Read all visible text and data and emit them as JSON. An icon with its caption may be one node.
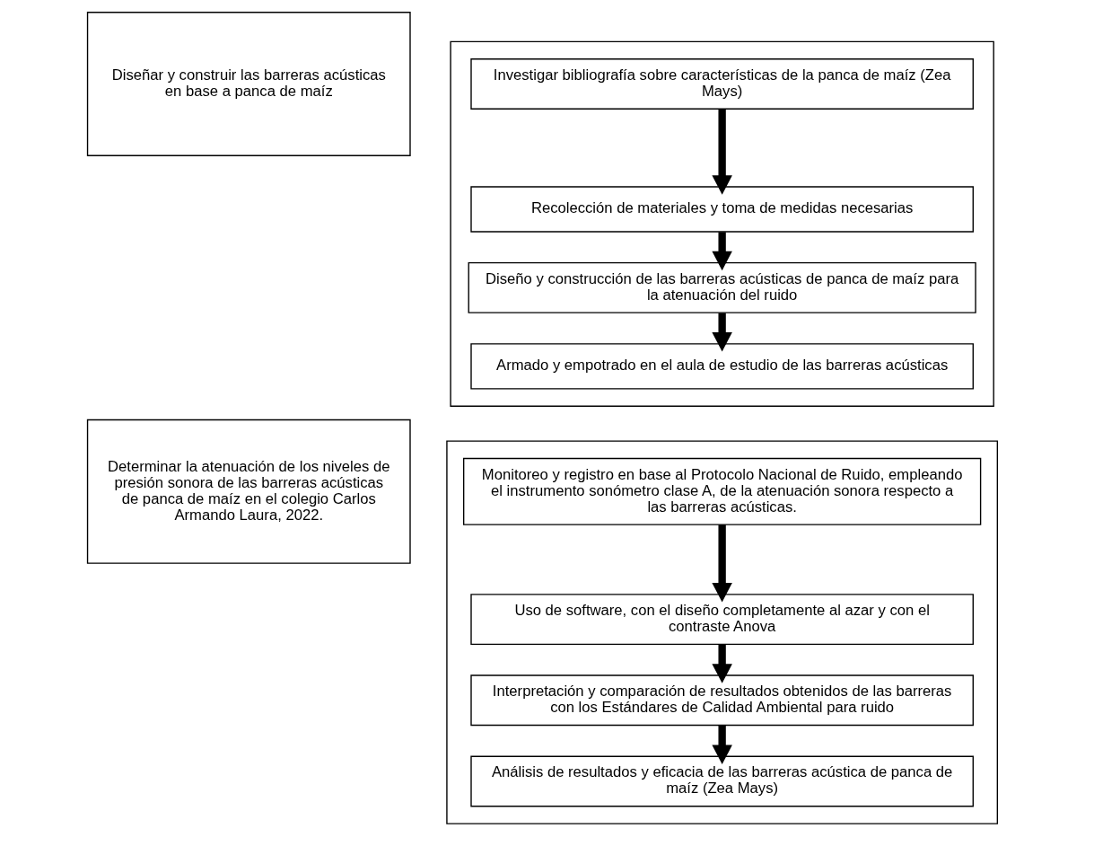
{
  "diagram": {
    "nodes": [
      {
        "text": [
          "Diseñar y construir las barreras acústicas en base a panca de maíz"
        ]
      },
      {
        "text": [],
        "shape": "box"
      },
      {
        "text": [
          "Investigar bibliografía sobre características de la panca de maíz (Zea Mays)"
        ],
        "in": 1
      },
      {
        "text": [
          "Recolección de materiales y toma de medidas necesarias"
        ],
        "in": 1
      },
      {
        "text": [
          "Diseño y construcción de las barreras acústicas de panca de maíz para la atenuación del ruido"
        ],
        "in": 1
      },
      {
        "text": [
          "Armado y empotrado en el aula de estudio de las barreras acústicas"
        ],
        "in": 1
      },
      {
        "text": [
          "Determinar la atenuación de los niveles de presión sonora de las barreras acústicas de panca de maíz en el colegio Carlos Armando Laura, 2022."
        ]
      },
      {
        "text": [],
        "shape": "box"
      },
      {
        "text": [
          "Monitoreo y registro en base al Protocolo Nacional de Ruido, empleando el instrumento sonómetro clase A, de la atenuación sonora respecto a las barreras acústicas."
        ],
        "in": 7
      },
      {
        "text": [
          "Uso de software, con el diseño completamente al azar y con el contraste Anova"
        ],
        "in": 7
      },
      {
        "text": [
          "Interpretación y comparación de resultados obtenidos de las barreras con los Estándares de Calidad Ambiental para ruido"
        ],
        "in": 7
      },
      {
        "text": [
          "Análisis de resultados y eficacia de las barreras acústica de panca de maíz (Zea Mays)"
        ],
        "in": 7
      }
    ],
    "edges": [
      {
        "from": 2,
        "to": 3,
        "arrow": "to"
      },
      {
        "from": 3,
        "to": 4,
        "arrow": "to"
      },
      {
        "from": 4,
        "to": 5,
        "arrow": "to"
      },
      {
        "from": 8,
        "to": 9,
        "arrow": "to"
      },
      {
        "from": 9,
        "to": 10,
        "arrow": "to"
      },
      {
        "from": 10,
        "to": 11,
        "arrow": "to"
      }
    ]
  }
}
